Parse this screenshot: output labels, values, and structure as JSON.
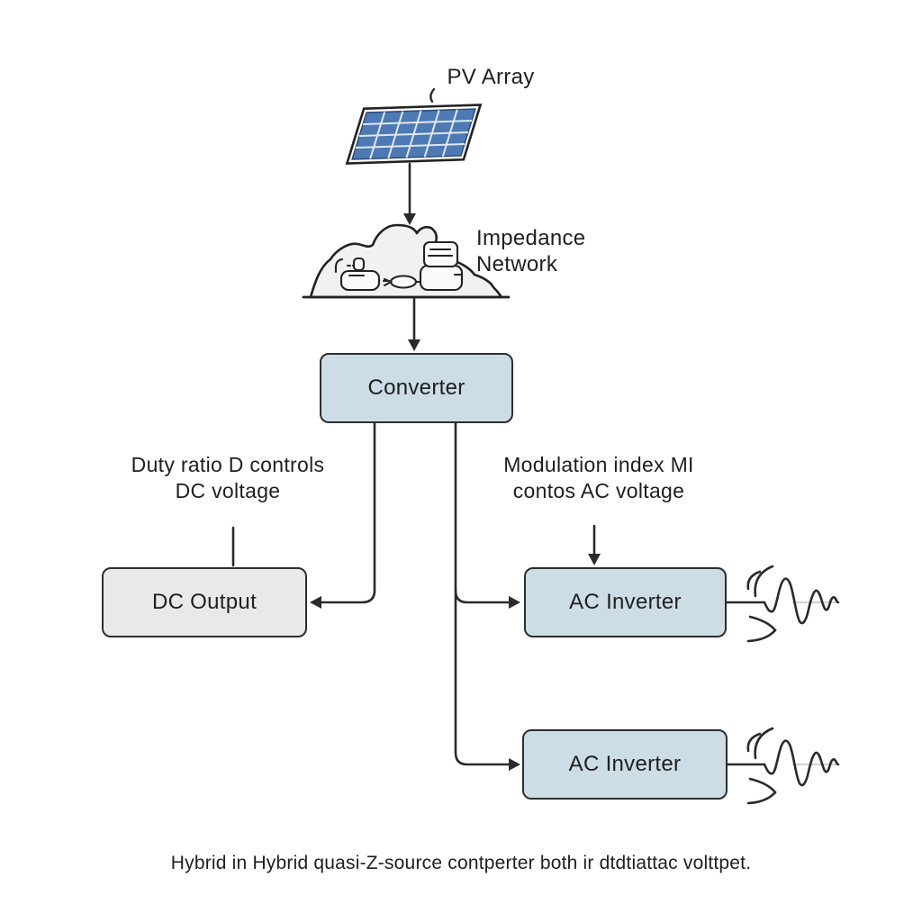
{
  "labels": {
    "pv_array": "PV Array",
    "impedance_line1": "Impedance",
    "impedance_line2": "Network",
    "duty_line1": "Duty ratio D controls",
    "duty_line2": "DC voltage",
    "modulation_line1": "Modulation index MI",
    "modulation_line2": "contos AC voltage",
    "caption": "Hybrid in Hybrid quasi-Z-source contperter both ir dtdtiattac volttpet."
  },
  "boxes": {
    "converter": {
      "label": "Converter"
    },
    "dc_output": {
      "label": "DC Output"
    },
    "ac_inverter_1": {
      "label": "AC Inverter"
    },
    "ac_inverter_2": {
      "label": "AC Inverter"
    }
  },
  "icons": {
    "pv_panel": "pv-panel-icon",
    "impedance_cloud": "impedance-cloud-icon",
    "sine_wave": "sine-wave-icon",
    "signal_arcs": "signal-arcs-icon",
    "arrows": "arrow-icon"
  },
  "colors": {
    "box_blue": "#ccdde6",
    "box_gray": "#e9e9e9",
    "line": "#2a2a2a",
    "panel_cell": "#4d79b4",
    "cloud_fill": "#f1f1f1",
    "text": "#1f1f1f",
    "background": "#ffffff"
  }
}
